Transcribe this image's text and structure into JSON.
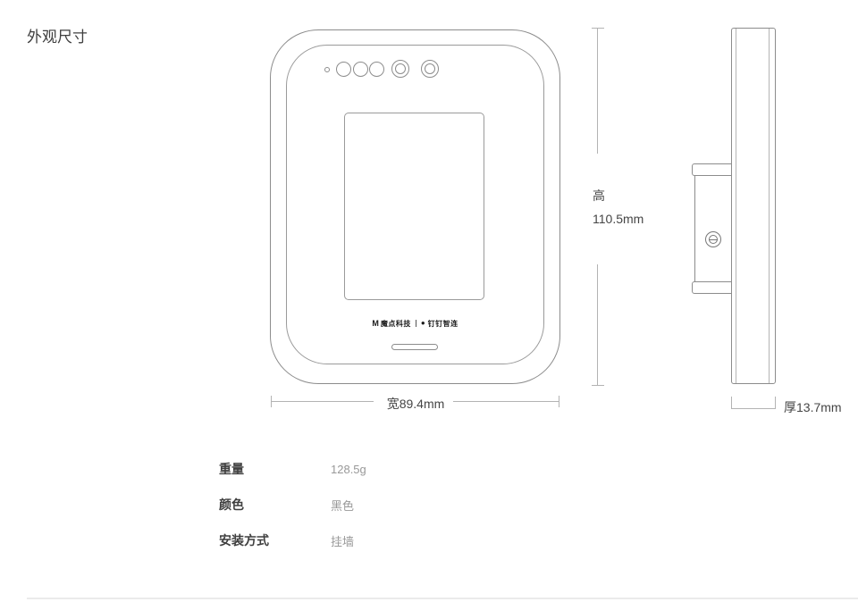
{
  "page": {
    "title": "外观尺寸"
  },
  "diagram": {
    "front_view": {
      "logo": {
        "m_glyph": "M",
        "brand_left": "魔点科技",
        "dot_glyph": "●",
        "brand_right": "钉钉智连"
      }
    },
    "dimensions": {
      "height_label": "高",
      "height_value": "110.5mm",
      "width_label": "宽89.4mm",
      "thickness_label": "厚13.7mm"
    }
  },
  "specs": {
    "rows": [
      {
        "label": "重量",
        "value": "128.5g"
      },
      {
        "label": "颜色",
        "value": "黑色"
      },
      {
        "label": "安装方式",
        "value": "挂墙"
      }
    ]
  },
  "colors": {
    "outline": "#8c8c8c",
    "dimension_line": "#b3b3b3",
    "text_dark": "#3f3f3f",
    "text_gray": "#999999",
    "divider": "#ebebeb"
  }
}
